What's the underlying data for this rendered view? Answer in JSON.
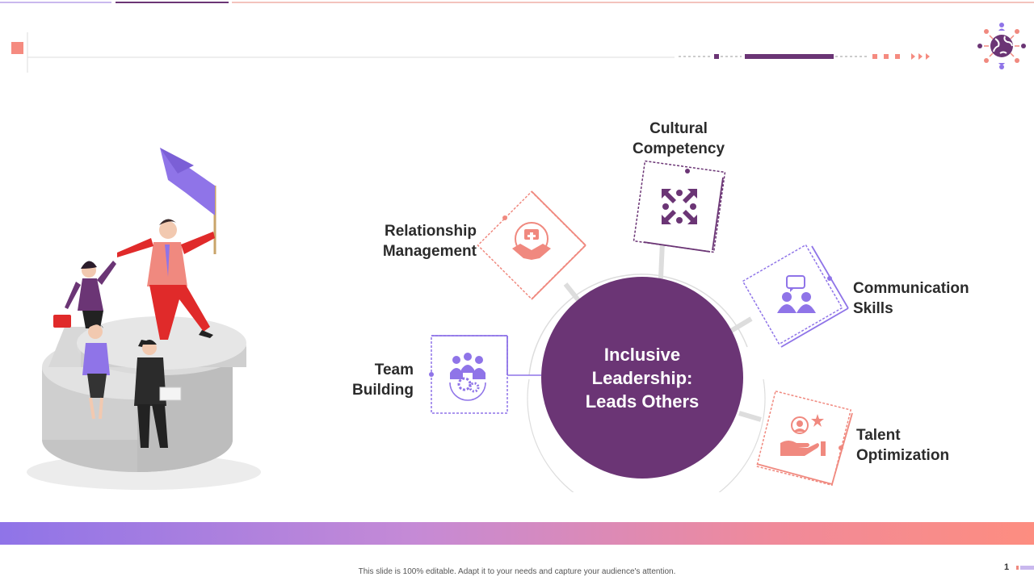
{
  "slide": {
    "center_title": [
      "Inclusive",
      "Leadership:",
      "Leads Others"
    ],
    "items": [
      {
        "id": "cultural-competency",
        "lines": [
          "Cultural",
          "Competency"
        ]
      },
      {
        "id": "relationship-management",
        "lines": [
          "Relationship",
          "Management"
        ]
      },
      {
        "id": "communication-skills",
        "lines": [
          "Communication",
          "Skills"
        ]
      },
      {
        "id": "team-building",
        "lines": [
          "Team",
          "Building"
        ]
      },
      {
        "id": "talent-optimization",
        "lines": [
          "Talent",
          "Optimization"
        ]
      }
    ],
    "footer_note": "This slide is 100% editable. Adapt it to your needs and capture your audience's attention.",
    "page_number": "1"
  },
  "colors": {
    "purple_dark": "#6b3575",
    "purple_light": "#8f74e8",
    "coral": "#f0897f",
    "gray_line": "#d6d6d6"
  },
  "icons": [
    "globe-people-icon",
    "first-aid-handshake-icon",
    "people-arrows-icon",
    "chat-people-icon",
    "team-gears-icon",
    "hand-person-star-icon"
  ]
}
